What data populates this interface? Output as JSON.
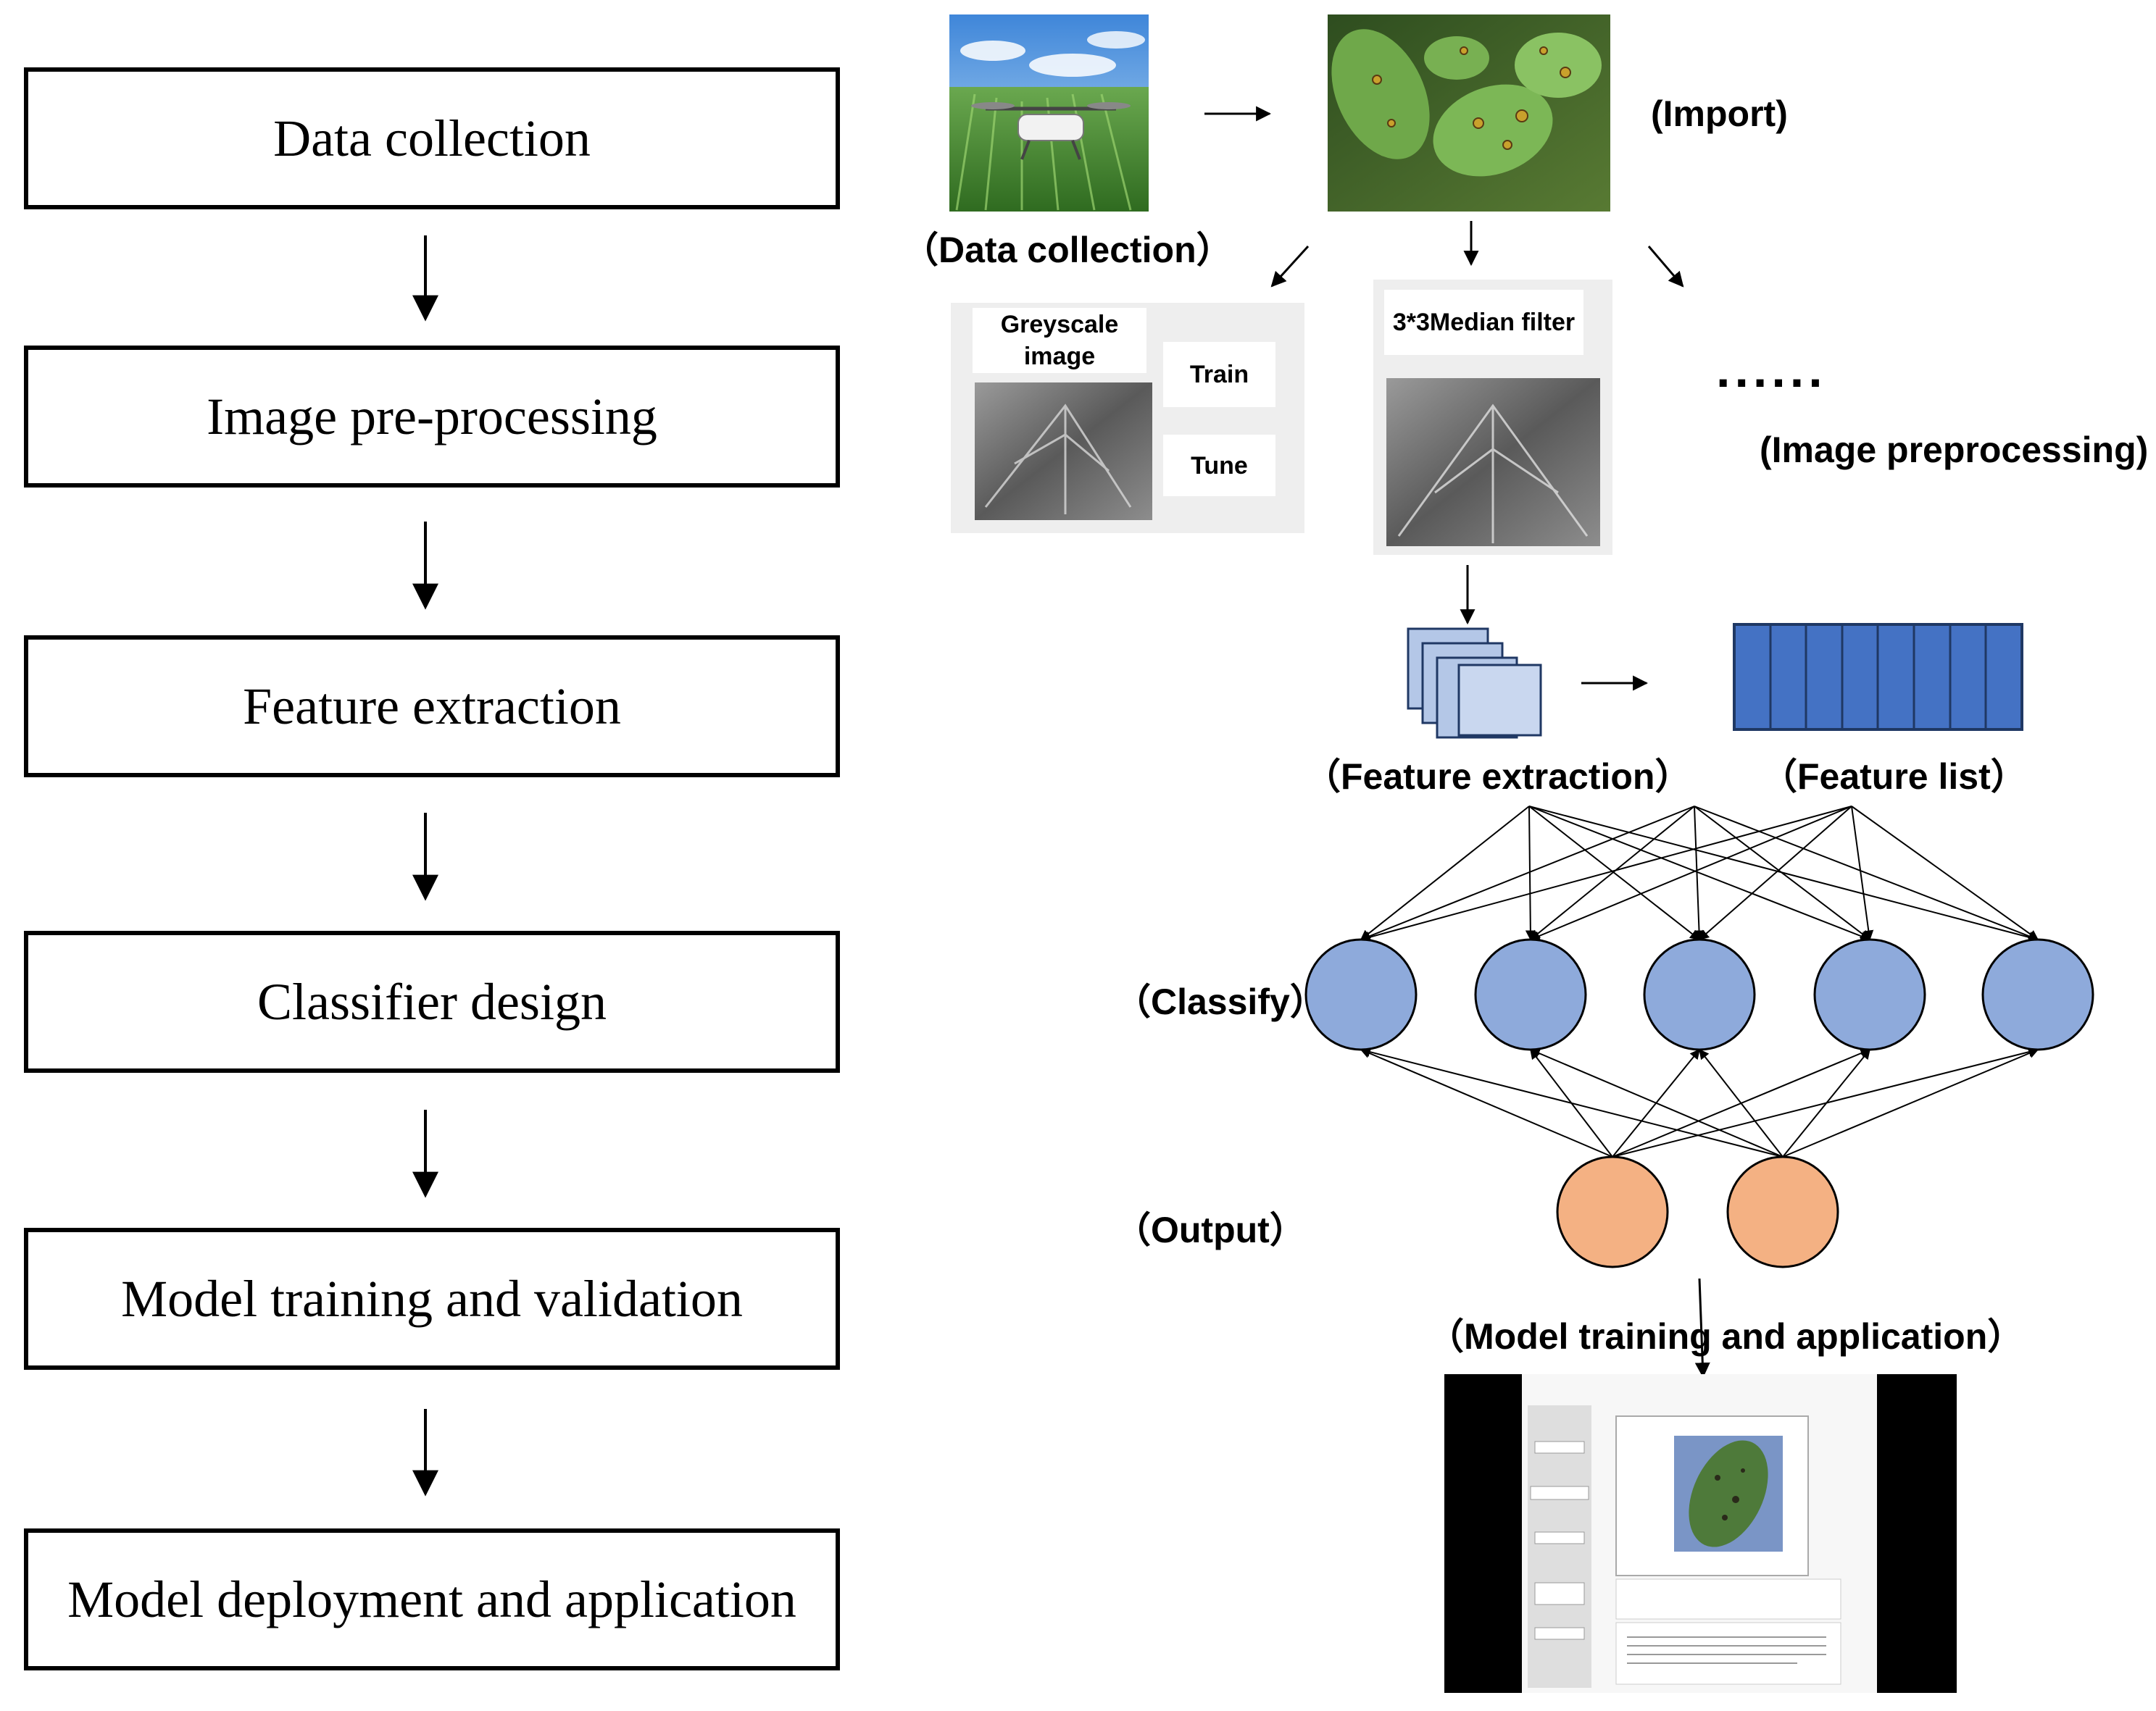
{
  "flow_steps": [
    "Data collection",
    "Image pre-processing",
    "Feature extraction",
    "Classifier design",
    "Model training and validation",
    "Model deployment and application"
  ],
  "labels": {
    "data_collection": "（Data collection）",
    "import": "(Import)",
    "image_preprocessing": "(Image preprocessing)",
    "feature_extraction": "（Feature extraction）",
    "feature_list": "（Feature list）",
    "classify": "（Classify）",
    "output": "（Output）",
    "model_training": "（Model training and application）"
  },
  "panels": {
    "greyscale_title": "Greyscale image",
    "train": "Train",
    "tune": "Tune",
    "median_title": "3*3Median filter",
    "ellipsis": "......"
  },
  "colors": {
    "hidden_node": "#8eaadb",
    "output_node": "#f4b183",
    "feature_cell": "#4472c4",
    "feature_map": "#b4c7e7"
  }
}
